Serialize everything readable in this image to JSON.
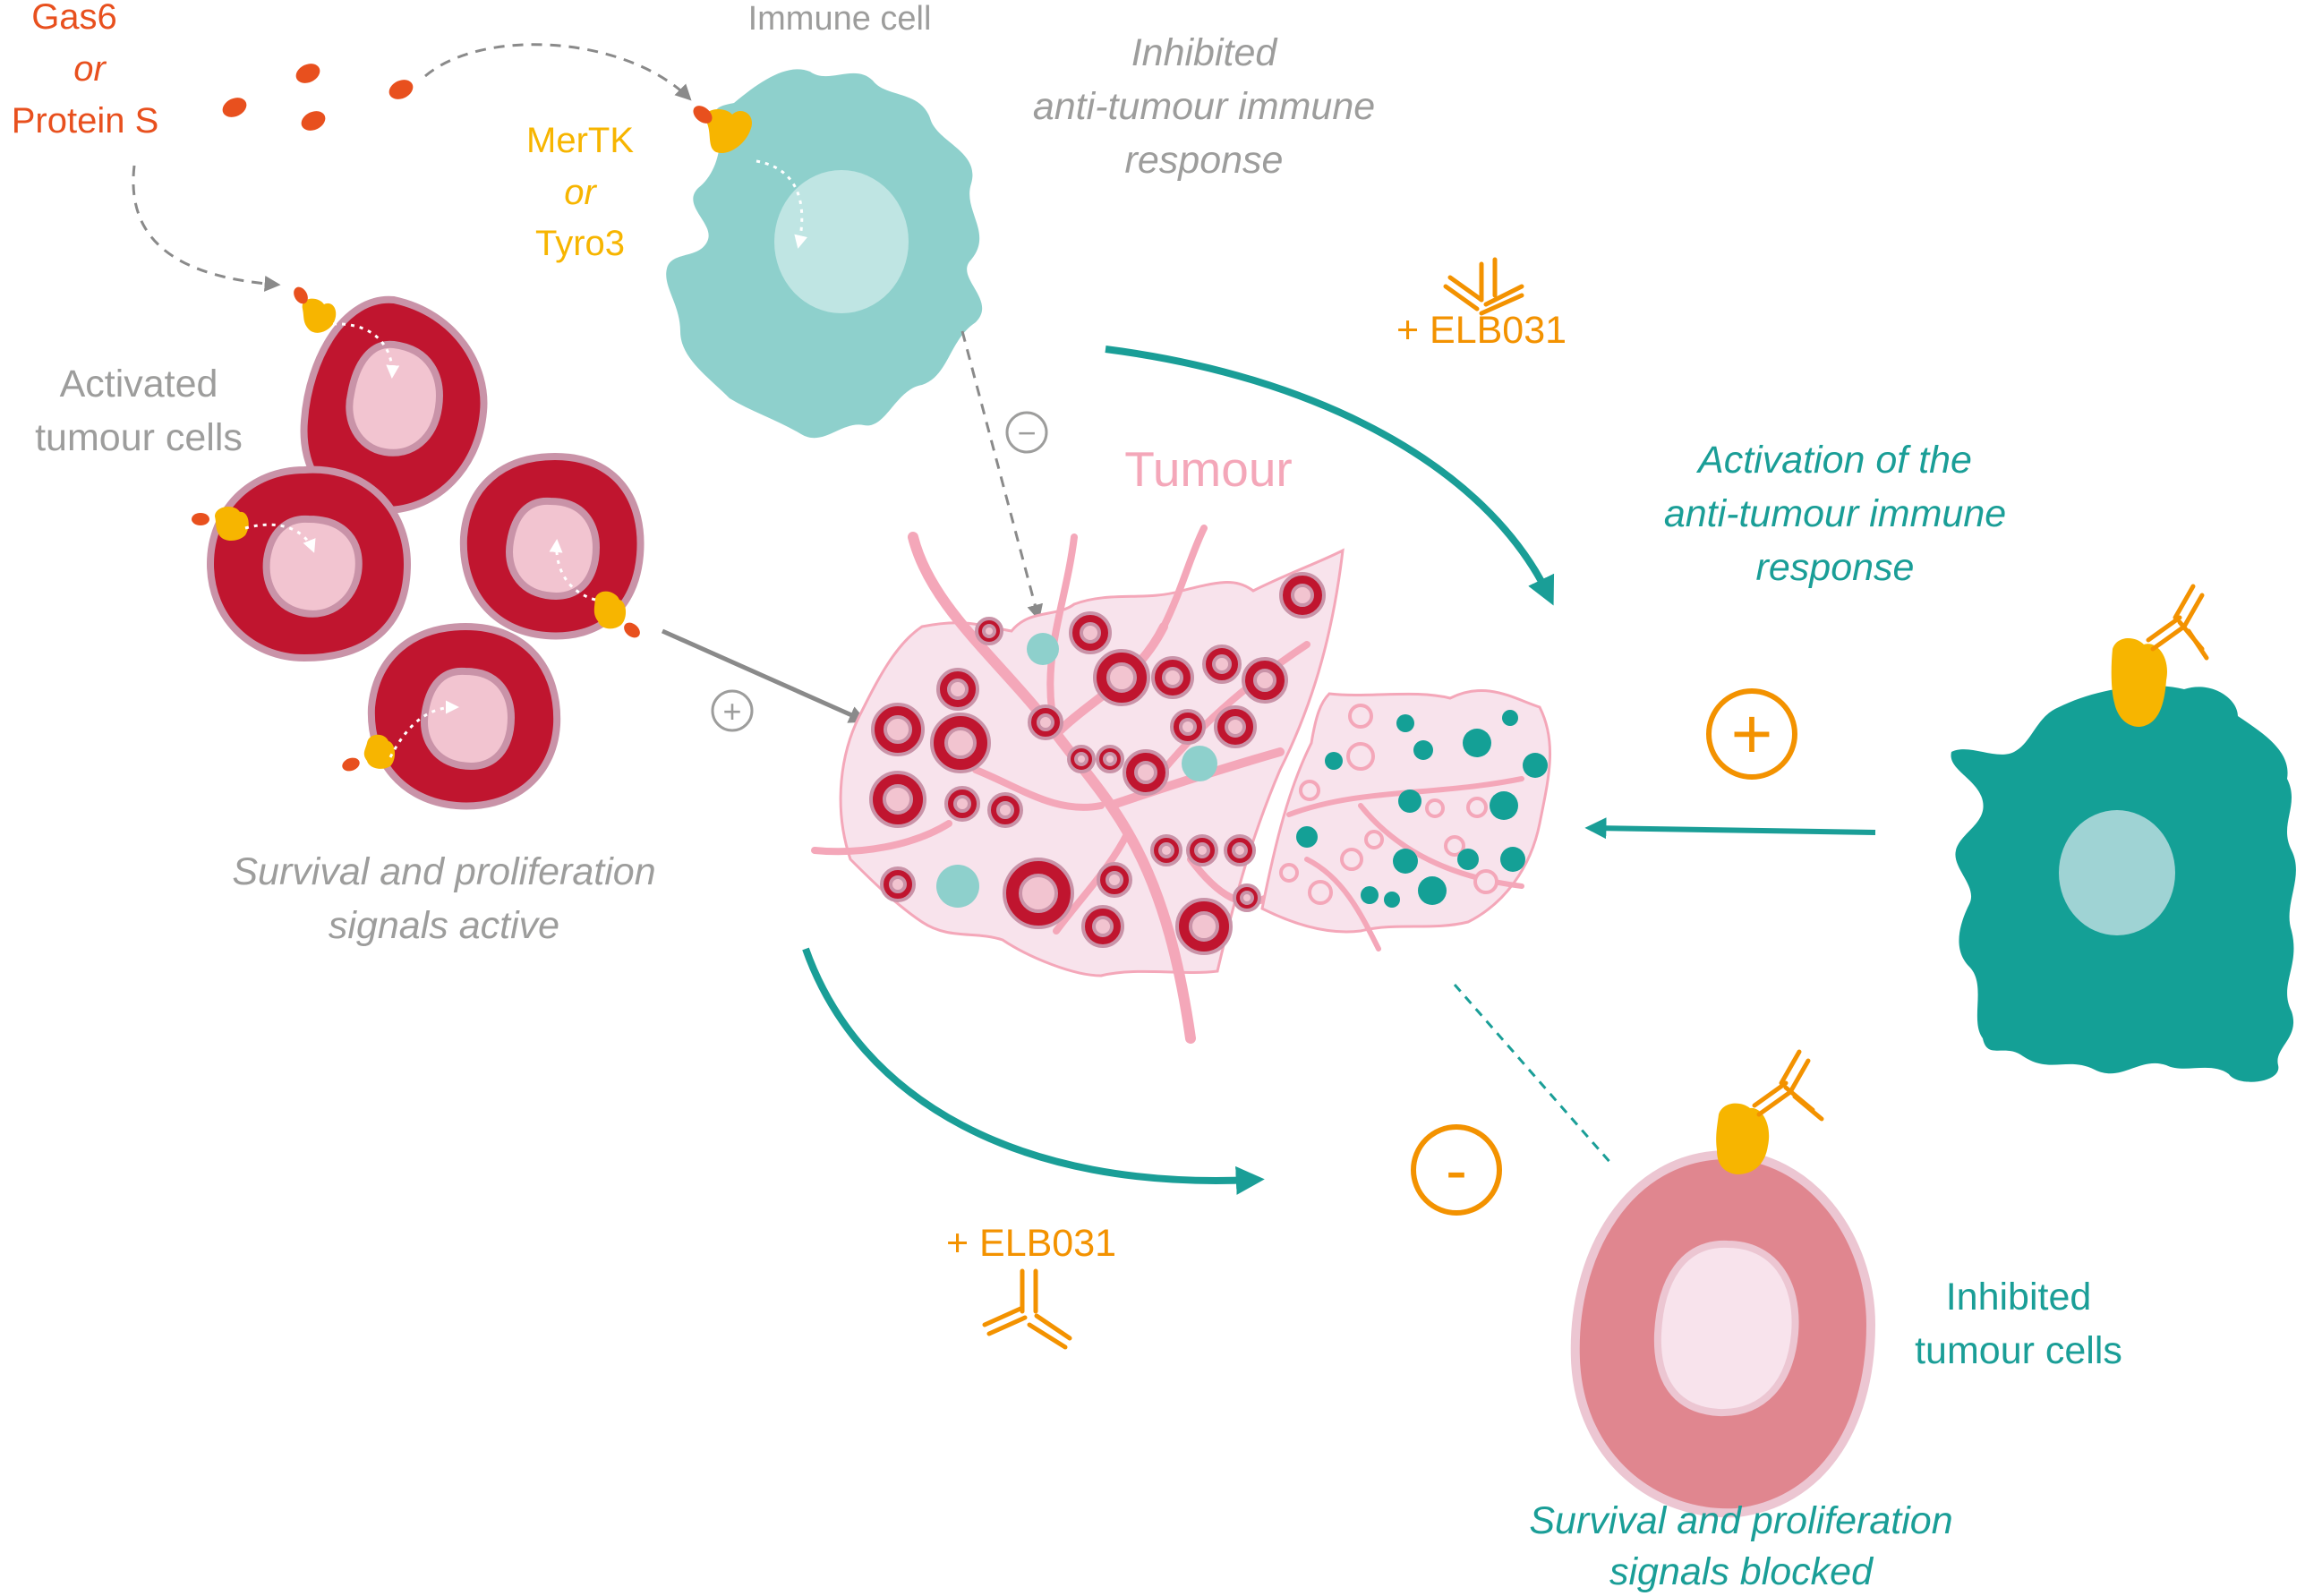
{
  "labels": {
    "ligand_line1": "Gas6",
    "ligand_or": "or",
    "ligand_line2": "Protein S",
    "immune_cell": "Immune cell",
    "receptor_line1": "MerTK",
    "receptor_or": "or",
    "receptor_line2": "Tyro3",
    "inhibited_immune": [
      "Inhibited",
      "anti-tumour immune",
      "response"
    ],
    "activated_tumour": [
      "Activated",
      "tumour cells"
    ],
    "tumour": "Tumour",
    "survival_active": [
      "Survival and proliferation",
      "signals active"
    ],
    "elb031_top": "+ ELB031",
    "elb031_bottom": "+ ELB031",
    "activation_immune": [
      "Activation of the",
      "anti-tumour immune",
      "response"
    ],
    "inhibited_tumour": [
      "Inhibited",
      "tumour cells"
    ],
    "survival_blocked": [
      "Survival and proliferation",
      "signals blocked"
    ],
    "minus_small": "−",
    "plus_small": "+",
    "plus_big": "+",
    "minus_big": "-"
  },
  "colors": {
    "ligand": "#e8501e",
    "receptor": "#f7b500",
    "antibody": "#f39200",
    "grey_text": "#9d9d9c",
    "tumour_dark": "#c0152f",
    "tumour_ring": "#c993a8",
    "tumour_nucleus": "#f2c4d0",
    "tumour_pink": "#f4a7b9",
    "tumour_bg": "#f8e3ec",
    "immune_light": "#8ed0cc",
    "immune_dark": "#14a096",
    "teal": "#1a9e97",
    "inhibited_cell": "#e0868f"
  }
}
